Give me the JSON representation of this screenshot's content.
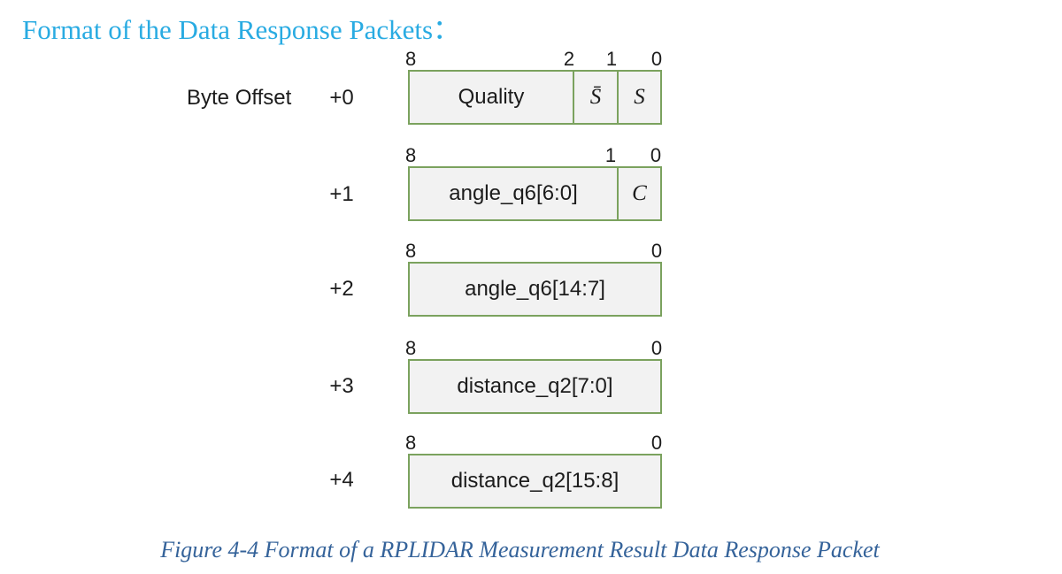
{
  "title": "Format of the Data Response Packets：",
  "byte_offset_label": "Byte Offset",
  "diagram": {
    "rows": [
      {
        "offset": "+0",
        "bits": {
          "b8": "8",
          "b2": "2",
          "b1": "1",
          "b0": "0"
        },
        "cells": {
          "quality": "Quality",
          "s_inverted": "S̄",
          "s": "S"
        }
      },
      {
        "offset": "+1",
        "bits": {
          "b8": "8",
          "b1": "1",
          "b0": "0"
        },
        "cells": {
          "angle_low": "angle_q6[6:0]",
          "check": "C"
        }
      },
      {
        "offset": "+2",
        "bits": {
          "b8": "8",
          "b0": "0"
        },
        "cells": {
          "angle_high": "angle_q6[14:7]"
        }
      },
      {
        "offset": "+3",
        "bits": {
          "b8": "8",
          "b0": "0"
        },
        "cells": {
          "distance_low": "distance_q2[7:0]"
        }
      },
      {
        "offset": "+4",
        "bits": {
          "b8": "8",
          "b0": "0"
        },
        "cells": {
          "distance_high": "distance_q2[15:8]"
        }
      }
    ]
  },
  "caption": "Figure 4-4 Format of a RPLIDAR Measurement Result Data Response Packet",
  "colors": {
    "title": "#29abe2",
    "caption": "#35639a",
    "box_border": "#7ba25e",
    "box_fill": "#f2f2f2",
    "text": "#1c1c1c"
  }
}
